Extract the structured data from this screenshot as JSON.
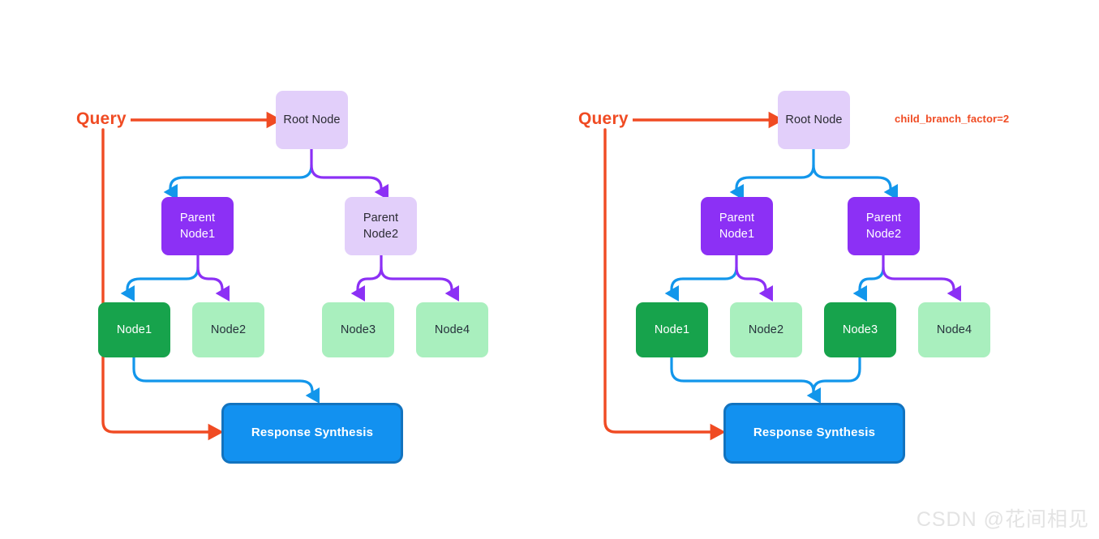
{
  "page": {
    "background": "#ffffff",
    "watermark": "CSDN @花间相见"
  },
  "palette": {
    "query_red": "#f04b23",
    "lilac": "#e2cffa",
    "purple": "#8c30f5",
    "light_green": "#a9efbe",
    "dark_green": "#17a34c",
    "blue_fill": "#1291f0",
    "blue_border": "#1273bf",
    "arrow_blue": "#1296eb",
    "arrow_purple": "#8c30f5"
  },
  "diagrams": [
    {
      "id": "left",
      "query_label": "Query",
      "branch_label": "",
      "root": {
        "label": "Root Node",
        "state": "inactive"
      },
      "parents": [
        {
          "label": "Parent\nNode1",
          "state": "active"
        },
        {
          "label": "Parent\nNode2",
          "state": "inactive"
        }
      ],
      "leaves": [
        {
          "label": "Node1",
          "state": "active"
        },
        {
          "label": "Node2",
          "state": "inactive"
        },
        {
          "label": "Node3",
          "state": "inactive"
        },
        {
          "label": "Node4",
          "state": "inactive"
        }
      ],
      "synthesis": {
        "label": "Response Synthesis"
      },
      "arrow_colors": {
        "root_to_parent1": "#1296eb",
        "root_to_parent2": "#8c30f5",
        "parent1_to_node1": "#1296eb",
        "parent1_to_node2": "#8c30f5",
        "parent2_to_node3": "#8c30f5",
        "parent2_to_node4": "#8c30f5",
        "node1_to_synthesis": "#1296eb",
        "node3_to_synthesis": "none"
      }
    },
    {
      "id": "right",
      "query_label": "Query",
      "branch_label": "child_branch_factor=2",
      "root": {
        "label": "Root Node",
        "state": "inactive"
      },
      "parents": [
        {
          "label": "Parent\nNode1",
          "state": "active"
        },
        {
          "label": "Parent\nNode2",
          "state": "active"
        }
      ],
      "leaves": [
        {
          "label": "Node1",
          "state": "active"
        },
        {
          "label": "Node2",
          "state": "inactive"
        },
        {
          "label": "Node3",
          "state": "active"
        },
        {
          "label": "Node4",
          "state": "inactive"
        }
      ],
      "synthesis": {
        "label": "Response Synthesis"
      },
      "arrow_colors": {
        "root_to_parent1": "#1296eb",
        "root_to_parent2": "#1296eb",
        "parent1_to_node1": "#1296eb",
        "parent1_to_node2": "#8c30f5",
        "parent2_to_node3": "#1296eb",
        "parent2_to_node4": "#8c30f5",
        "node1_to_synthesis": "#1296eb",
        "node3_to_synthesis": "#1296eb"
      }
    }
  ]
}
